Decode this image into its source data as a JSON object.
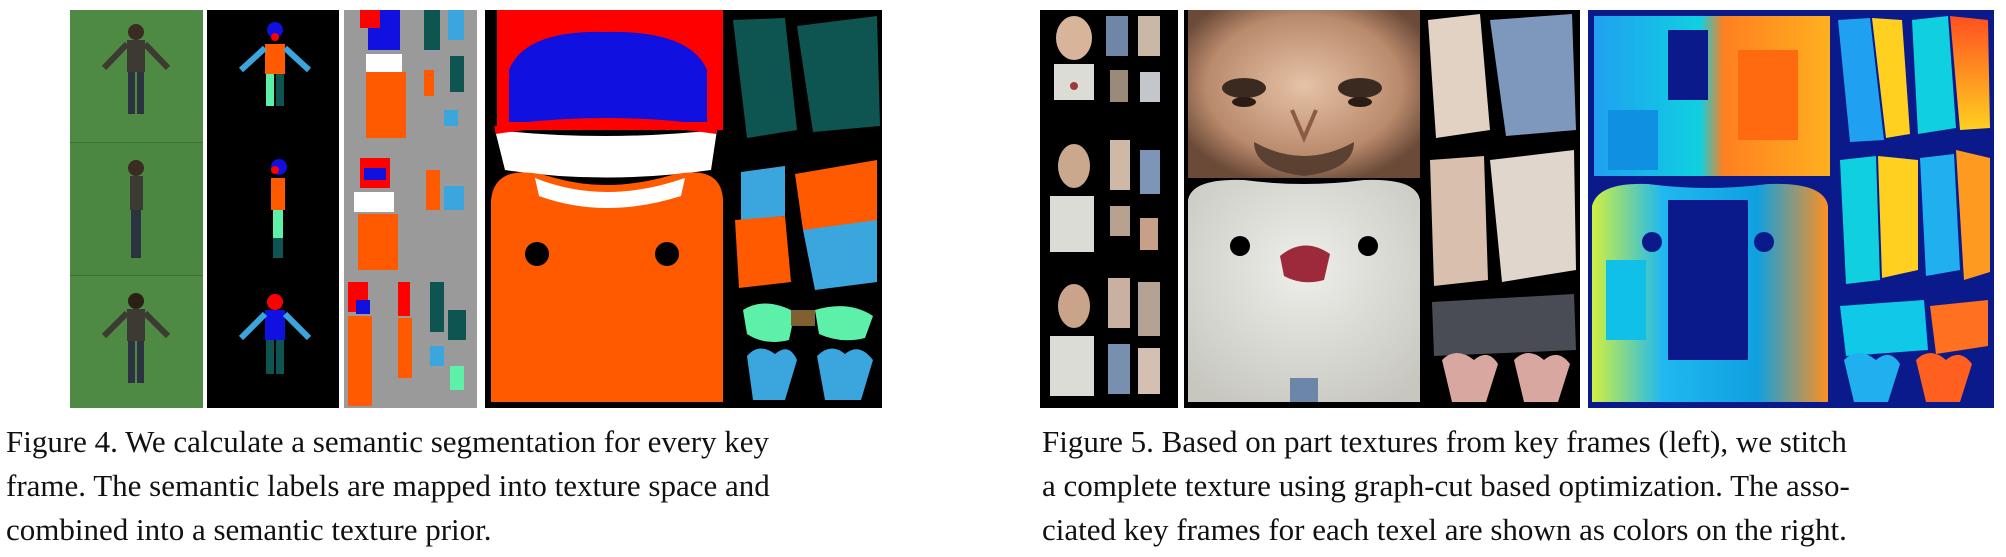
{
  "figure4": {
    "caption_lines": [
      "Figure 4. We calculate a semantic segmentation for every key",
      "frame.  The semantic labels are mapped into texture space and",
      "combined into a semantic texture prior."
    ]
  },
  "figure5": {
    "caption_lines": [
      "Figure 5. Based on part textures from key frames (left), we stitch",
      "a complete texture using graph-cut based optimization. The asso-",
      "ciated key frames for each texel are shown as colors on the right."
    ]
  },
  "colors": {
    "greenscreen": "#4e8a43",
    "seg_orange": "#ff5a00",
    "seg_blue": "#1010e0",
    "seg_red": "#ff0000",
    "seg_teal": "#0e5551",
    "seg_lightblue": "#3aa6dd",
    "seg_mint": "#5cf0a8",
    "skin": "#e6c7b0",
    "shirt": "#dcdcd6"
  }
}
